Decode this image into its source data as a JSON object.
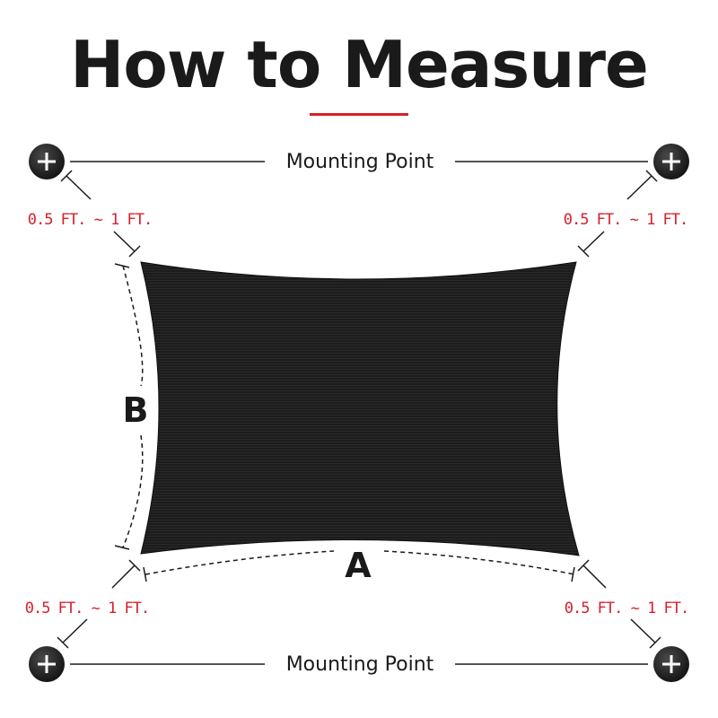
{
  "title": "How to Measure",
  "colors": {
    "accent": "#d6202a",
    "text": "#1a1a1a",
    "shade": "#1c1c1c"
  },
  "mounting": {
    "top_label": "Mounting Point",
    "bottom_label": "Mounting Point"
  },
  "offsets": {
    "top_left": "0.5 FT. ~ 1 FT.",
    "top_right": "0.5 FT. ~ 1 FT.",
    "bottom_left": "0.5 FT. ~ 1 FT.",
    "bottom_right": "0.5 FT. ~ 1 FT."
  },
  "dimensions": {
    "width_label": "A",
    "height_label": "B"
  },
  "icons": {
    "mount": "plus-circle-icon"
  }
}
